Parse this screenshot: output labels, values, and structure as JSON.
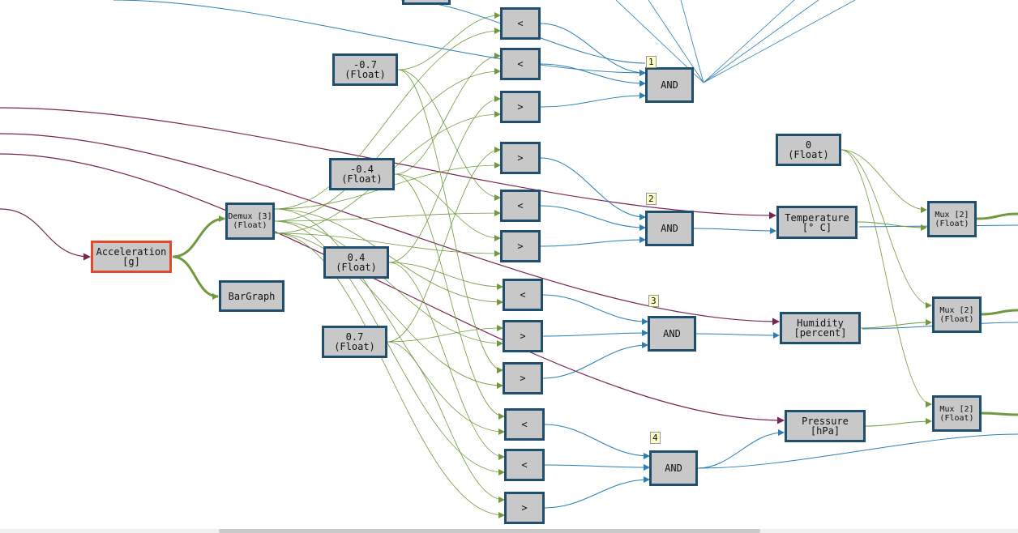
{
  "colors": {
    "blue": "#2a7fb5",
    "green": "#6f9a3e",
    "maroon": "#7a2453",
    "node_fill": "#c8c8c8",
    "node_border": "#1f4e6e",
    "selected_border": "#e04a2a"
  },
  "nodes": {
    "acceleration": "Acceleration\n[g]",
    "bargraph": "BarGraph",
    "demux": "Demux [3]\n(Float)",
    "const_m07": "-0.7\n(Float)",
    "const_m04": "-0.4\n(Float)",
    "const_p04": "0.4\n(Float)",
    "const_p07": "0.7\n(Float)",
    "const_zero": "0\n(Float)",
    "lt": "<",
    "gt": ">",
    "and": "AND",
    "temperature": "Temperature\n[° C]",
    "humidity": "Humidity\n[percent]",
    "pressure": "Pressure\n[hPa]",
    "mux": "Mux [2]\n(Float)"
  },
  "badges": [
    "1",
    "2",
    "3",
    "4"
  ]
}
